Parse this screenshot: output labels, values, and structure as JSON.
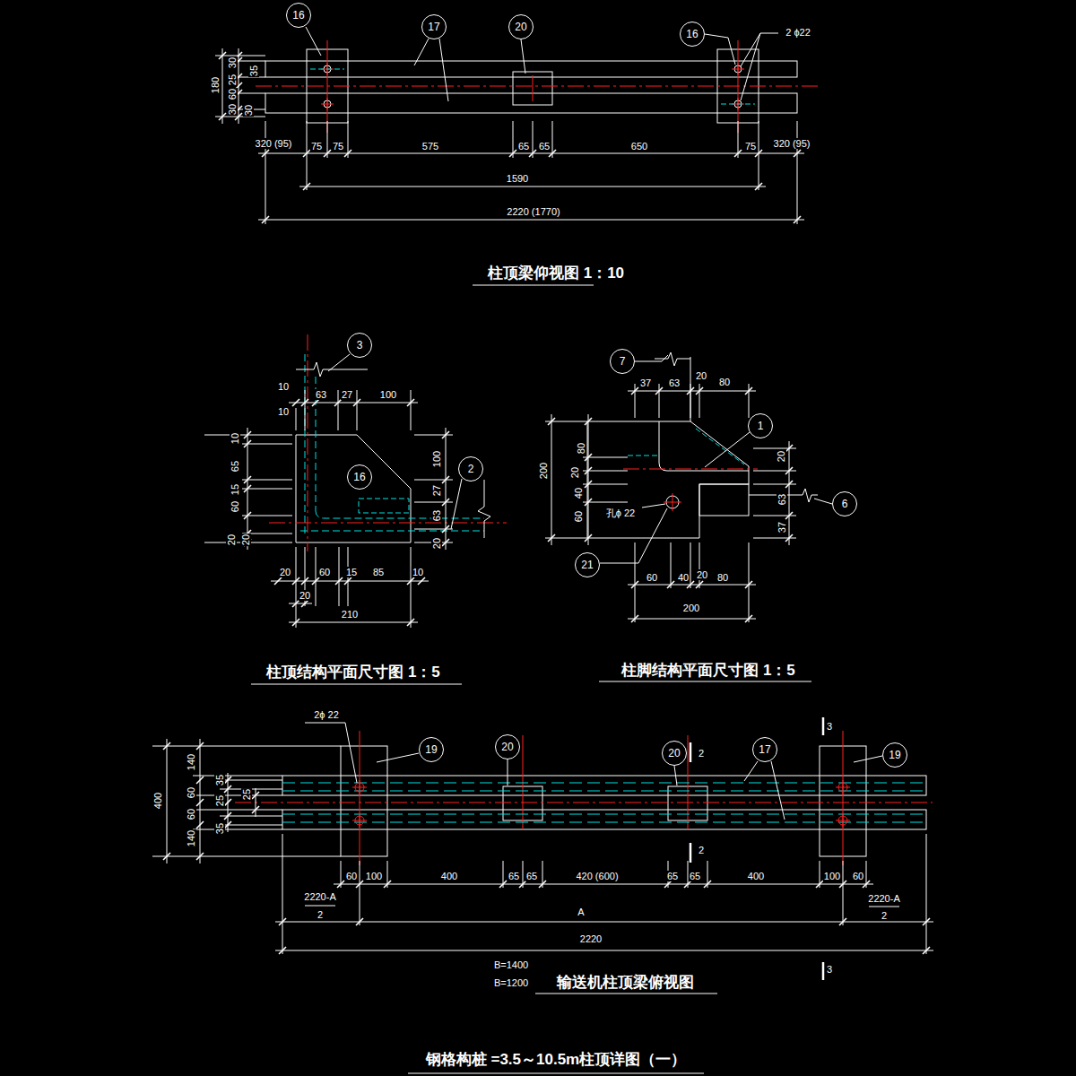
{
  "diagram": {
    "title": "钢格构桩 =3.5～10.5m柱顶详图（一）",
    "nodes": [
      {
        "text": [
          "16"
        ]
      },
      {
        "text": [
          "17"
        ]
      },
      {
        "text": [
          "20"
        ]
      },
      {
        "text": [
          "16"
        ]
      },
      {
        "text": [
          "3"
        ]
      },
      {
        "text": [
          "7"
        ]
      },
      {
        "text": [
          "1"
        ]
      },
      {
        "text": [
          "2"
        ]
      },
      {
        "text": [
          "16"
        ]
      },
      {
        "text": [
          "6"
        ]
      },
      {
        "text": [
          "21"
        ]
      },
      {
        "text": [
          "19"
        ]
      },
      {
        "text": [
          "20"
        ]
      },
      {
        "text": [
          "20"
        ]
      },
      {
        "text": [
          "17"
        ]
      },
      {
        "text": [
          "19"
        ]
      }
    ],
    "labels": [
      "2 ϕ22",
      "180",
      "30",
      "35",
      "25",
      "60",
      "30",
      "30",
      "320 (95)",
      "75",
      "75",
      "575",
      "65",
      "65",
      "650",
      "75",
      "320 (95)",
      "1590",
      "2220 (1770)",
      "柱顶梁仰视图 1：10",
      "10",
      "10",
      "63",
      "27",
      "100",
      "10",
      "65",
      "15",
      "60",
      "20",
      "20",
      "100",
      "27",
      "63",
      "20",
      "20",
      "60",
      "15",
      "85",
      "10",
      "20",
      "210",
      "柱顶结构平面尺寸图 1：5",
      "37",
      "63",
      "20",
      "80",
      "200",
      "80",
      "20",
      "40",
      "60",
      "孔ϕ 22",
      "20",
      "63",
      "37",
      "60",
      "40",
      "20",
      "80",
      "200",
      "柱脚结构平面尺寸图 1：5",
      "2ϕ 22",
      "3",
      "2",
      "2",
      "400",
      "140",
      "35",
      "60",
      "25",
      "25",
      "60",
      "35",
      "140",
      "60",
      "100",
      "400",
      "65",
      "65",
      "420 (600)",
      "65",
      "65",
      "400",
      "100",
      "60",
      "2220-A",
      "2",
      "A",
      "2220-A",
      "2",
      "2220",
      "B=1400",
      "B=1200",
      "输送机柱顶梁俯视图",
      "3"
    ]
  }
}
